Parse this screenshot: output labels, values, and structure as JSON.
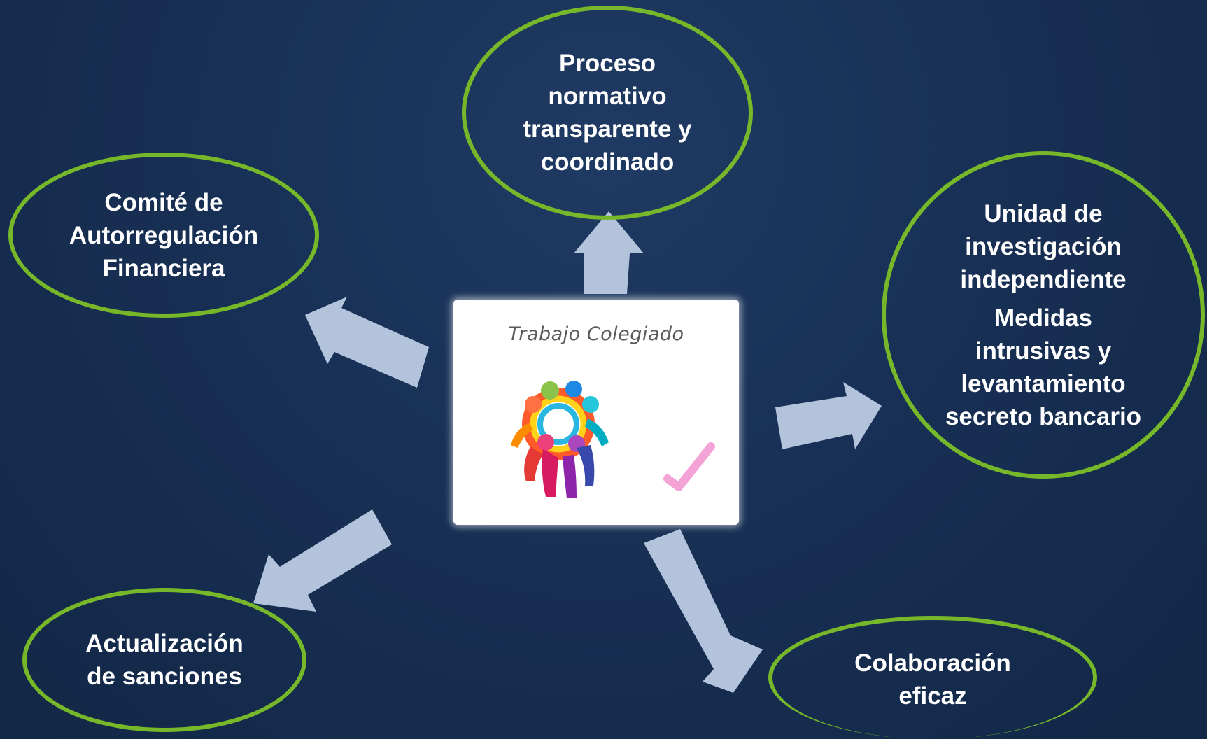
{
  "diagram": {
    "center": {
      "label": "Trabajo Colegiado",
      "image_icon": "people-circle-icon",
      "mark_icon": "checkmark-icon"
    },
    "nodes": {
      "top": {
        "text": "Proceso\nnormativo\ntransparente y\ncoordinado"
      },
      "left": {
        "text": "Comité de\nAutorregulación\nFinanciera"
      },
      "right": {
        "text": "Unidad de\ninvestigación\nindependiente",
        "text2": "Medidas\nintrusivas y\nlevantamiento\nsecreto bancario"
      },
      "bottom_left": {
        "text": "Actualización\nde sanciones"
      },
      "bottom_right": {
        "text": "Colaboración\neficaz"
      }
    },
    "colors": {
      "background": "#183055",
      "ellipse_border": "#76b82a",
      "arrow_fill": "#b4c3dc",
      "text": "#ffffff"
    }
  }
}
